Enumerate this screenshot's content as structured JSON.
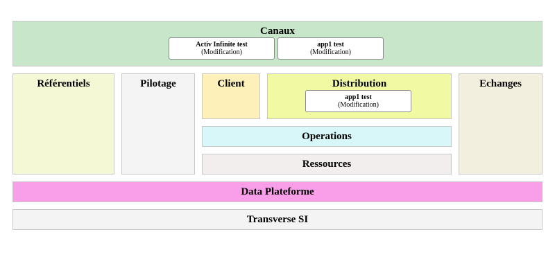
{
  "canaux": {
    "title": "Canaux",
    "cards": [
      {
        "name": "Activ Infinite test",
        "status": "(Modification)"
      },
      {
        "name": "app1 test",
        "status": "(Modification)"
      }
    ]
  },
  "referentiels": {
    "title": "Référentiels"
  },
  "pilotage": {
    "title": "Pilotage"
  },
  "client": {
    "title": "Client"
  },
  "distribution": {
    "title": "Distribution",
    "cards": [
      {
        "name": "app1 test",
        "status": "(Modification)"
      }
    ]
  },
  "echanges": {
    "title": "Echanges"
  },
  "operations": {
    "title": "Operations"
  },
  "ressources": {
    "title": "Ressources"
  },
  "data_plateforme": {
    "title": "Data Plateforme"
  },
  "transverse_si": {
    "title": "Transverse SI"
  },
  "colors": {
    "canaux": "#c8e6c9",
    "referentiels": "#f5f8d4",
    "pilotage": "#f4f4f4",
    "client": "#fdf0b8",
    "distribution": "#f1f9a3",
    "echanges": "#f3efdf",
    "operations": "#d8f7f8",
    "ressources": "#f3eeee",
    "data_plateforme": "#f99ee9",
    "transverse_si": "#f4f4f4"
  }
}
